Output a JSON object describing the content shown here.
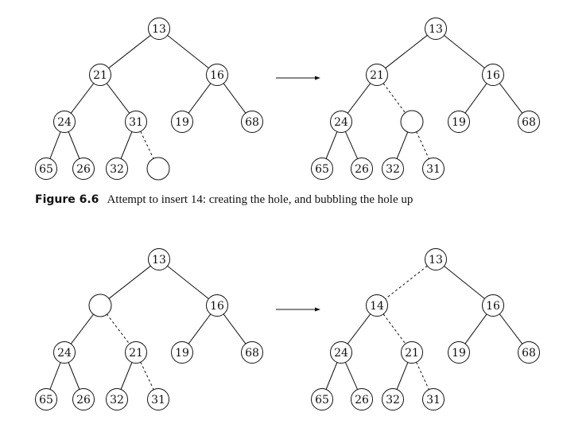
{
  "figure": {
    "label": "Figure 6.6",
    "caption": "Attempt to insert 14: creating the hole, and bubbling the hole up"
  },
  "diagrams": [
    {
      "id": "top-left",
      "nodes": [
        {
          "key": "n1",
          "value": "13"
        },
        {
          "key": "n2",
          "value": "21"
        },
        {
          "key": "n3",
          "value": "16"
        },
        {
          "key": "n4",
          "value": "24"
        },
        {
          "key": "n5",
          "value": "31"
        },
        {
          "key": "n6",
          "value": "19"
        },
        {
          "key": "n7",
          "value": "68"
        },
        {
          "key": "n8",
          "value": "65"
        },
        {
          "key": "n9",
          "value": "26"
        },
        {
          "key": "n10",
          "value": "32"
        },
        {
          "key": "n11",
          "value": ""
        }
      ],
      "dashed_edges": [
        [
          "n5",
          "n11"
        ]
      ]
    },
    {
      "id": "top-right",
      "nodes": [
        {
          "key": "n1",
          "value": "13"
        },
        {
          "key": "n2",
          "value": "21"
        },
        {
          "key": "n3",
          "value": "16"
        },
        {
          "key": "n4",
          "value": "24"
        },
        {
          "key": "n5",
          "value": ""
        },
        {
          "key": "n6",
          "value": "19"
        },
        {
          "key": "n7",
          "value": "68"
        },
        {
          "key": "n8",
          "value": "65"
        },
        {
          "key": "n9",
          "value": "26"
        },
        {
          "key": "n10",
          "value": "32"
        },
        {
          "key": "n11",
          "value": "31"
        }
      ],
      "dashed_edges": [
        [
          "n2",
          "n5"
        ],
        [
          "n5",
          "n11"
        ]
      ]
    },
    {
      "id": "bottom-left",
      "nodes": [
        {
          "key": "n1",
          "value": "13"
        },
        {
          "key": "n2",
          "value": ""
        },
        {
          "key": "n3",
          "value": "16"
        },
        {
          "key": "n4",
          "value": "24"
        },
        {
          "key": "n5",
          "value": "21"
        },
        {
          "key": "n6",
          "value": "19"
        },
        {
          "key": "n7",
          "value": "68"
        },
        {
          "key": "n8",
          "value": "65"
        },
        {
          "key": "n9",
          "value": "26"
        },
        {
          "key": "n10",
          "value": "32"
        },
        {
          "key": "n11",
          "value": "31"
        }
      ],
      "dashed_edges": [
        [
          "n2",
          "n5"
        ],
        [
          "n5",
          "n11"
        ]
      ]
    },
    {
      "id": "bottom-right",
      "nodes": [
        {
          "key": "n1",
          "value": "13"
        },
        {
          "key": "n2",
          "value": "14"
        },
        {
          "key": "n3",
          "value": "16"
        },
        {
          "key": "n4",
          "value": "24"
        },
        {
          "key": "n5",
          "value": "21"
        },
        {
          "key": "n6",
          "value": "19"
        },
        {
          "key": "n7",
          "value": "68"
        },
        {
          "key": "n8",
          "value": "65"
        },
        {
          "key": "n9",
          "value": "26"
        },
        {
          "key": "n10",
          "value": "32"
        },
        {
          "key": "n11",
          "value": "31"
        }
      ],
      "dashed_edges": [
        [
          "n1",
          "n2"
        ],
        [
          "n2",
          "n5"
        ],
        [
          "n5",
          "n11"
        ]
      ]
    }
  ]
}
